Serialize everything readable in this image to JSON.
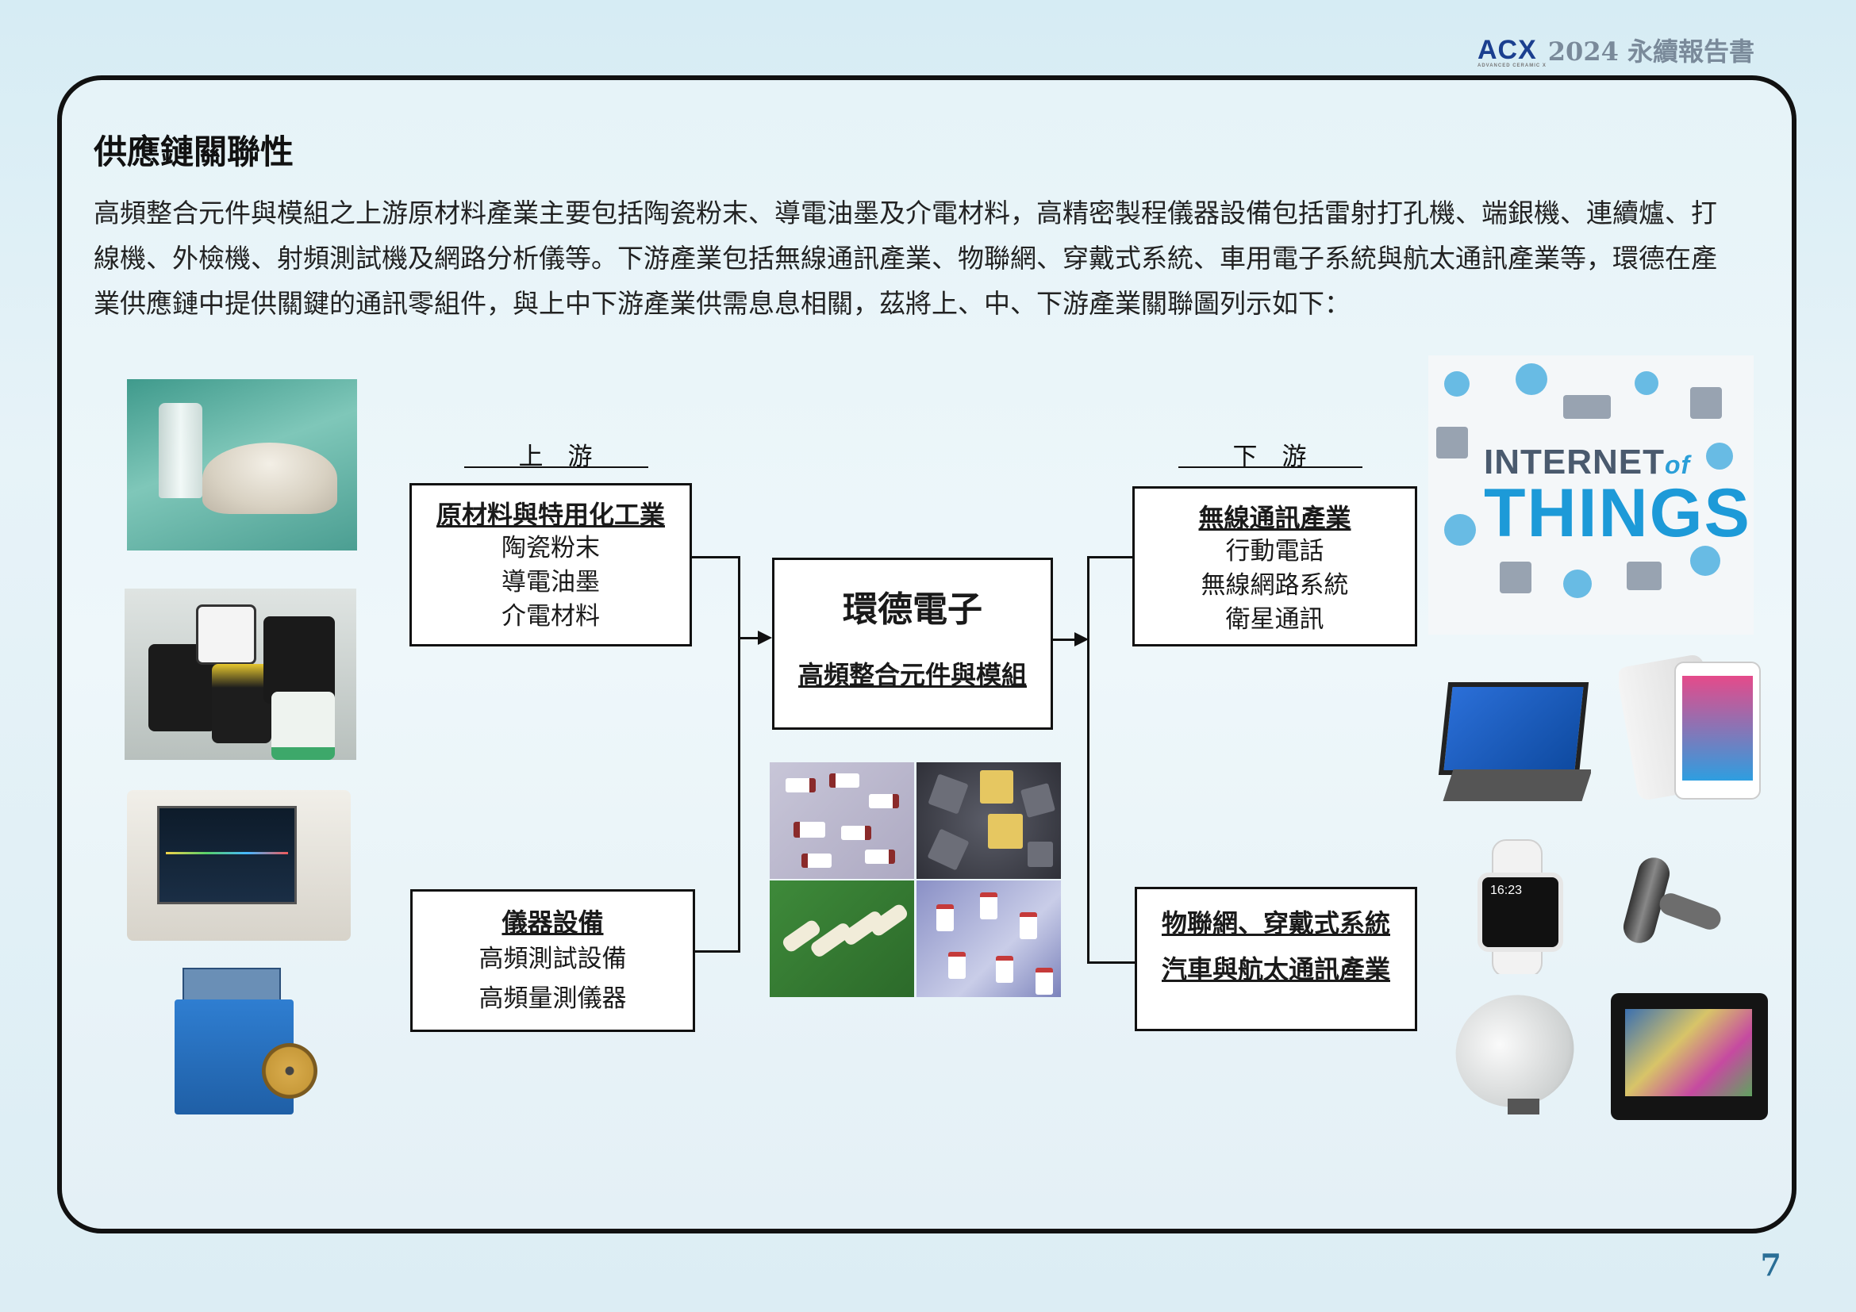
{
  "header": {
    "logo": "ACX",
    "logo_subtitle": "ADVANCED CERAMIC X",
    "report_title": "2024 永續報告書"
  },
  "section": {
    "title": "供應鏈關聯性",
    "paragraph_lines": [
      "高頻整合元件與模組之上游原材料產業主要包括陶瓷粉末、導電油墨及介電材料，高精密製程儀器設備包括雷射打孔機、端銀機、連續爐、打",
      "線機、外檢機、射頻測試機及網路分析儀等。下游產業包括無線通訊產業、物聯網、穿戴式系統、車用電子系統與航太通訊產業等，環德在產",
      "業供應鏈中提供關鍵的通訊零組件，與上中下游產業供需息息相關，茲將上、中、下游產業關聯圖列示如下："
    ]
  },
  "diagram": {
    "upstream_label": "上　游",
    "downstream_label": "下　游",
    "box_materials": {
      "title": "原材料與特用化工業",
      "items": [
        "陶瓷粉末",
        "導電油墨",
        "介電材料"
      ]
    },
    "box_equipment": {
      "title": "儀器設備",
      "items": [
        "高頻測試設備",
        "高頻量測儀器"
      ]
    },
    "box_center": {
      "title": "環德電子",
      "subtitle": "高頻整合元件與模組"
    },
    "box_wireless": {
      "title": "無線通訊產業",
      "items": [
        "行動電話",
        "無線網路系統",
        "衛星通訊"
      ]
    },
    "box_iot": {
      "lines": [
        "物聯網、穿戴式系統",
        "汽車與航太通訊產業"
      ]
    }
  },
  "images": {
    "iot_line1": "INTERNET",
    "iot_of": "of",
    "iot_line2": "THINGS"
  },
  "page_number": "7"
}
